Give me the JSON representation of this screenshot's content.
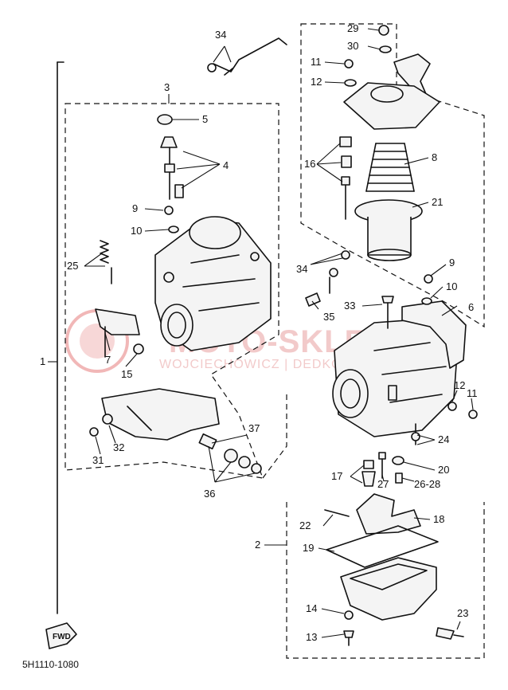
{
  "watermark": {
    "brand": "MOTO-SKLEP.PL",
    "subtitle": "WOJCIECHOWICZ | DEDKO",
    "logo_color": "#e06060"
  },
  "footer": {
    "code": "5H1110-1080",
    "fwd_badge": "FWD"
  },
  "callouts": {
    "c1": "1",
    "c2": "2",
    "c3": "3",
    "c4": "4",
    "c5": "5",
    "c6": "6",
    "c7": "7",
    "c8": "8",
    "c9a": "9",
    "c9b": "9",
    "c10a": "10",
    "c10b": "10",
    "c11a": "11",
    "c11b": "11",
    "c12a": "12",
    "c12b": "12",
    "c13": "13",
    "c14": "14",
    "c15": "15",
    "c16": "16",
    "c17": "17",
    "c18": "18",
    "c19": "19",
    "c20": "20",
    "c21": "21",
    "c22": "22",
    "c23": "23",
    "c24": "24",
    "c25": "25",
    "c26": "26-28",
    "c27": "27",
    "c29": "29",
    "c30": "30",
    "c31": "31",
    "c32": "32",
    "c33": "33",
    "c34a": "34",
    "c34b": "34",
    "c35": "35",
    "c36": "36",
    "c37": "37"
  }
}
